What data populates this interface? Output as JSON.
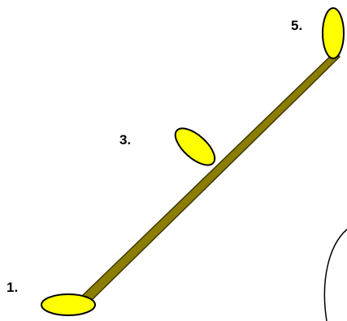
{
  "labels": {
    "step1": "1.",
    "step3": "3.",
    "step5": "5."
  },
  "colors": {
    "rod_fill": "#8a7d00",
    "rod_stroke": "#3f3800",
    "disc_fill": "#ffff00",
    "outline": "#000000",
    "background": "#ffffff"
  }
}
